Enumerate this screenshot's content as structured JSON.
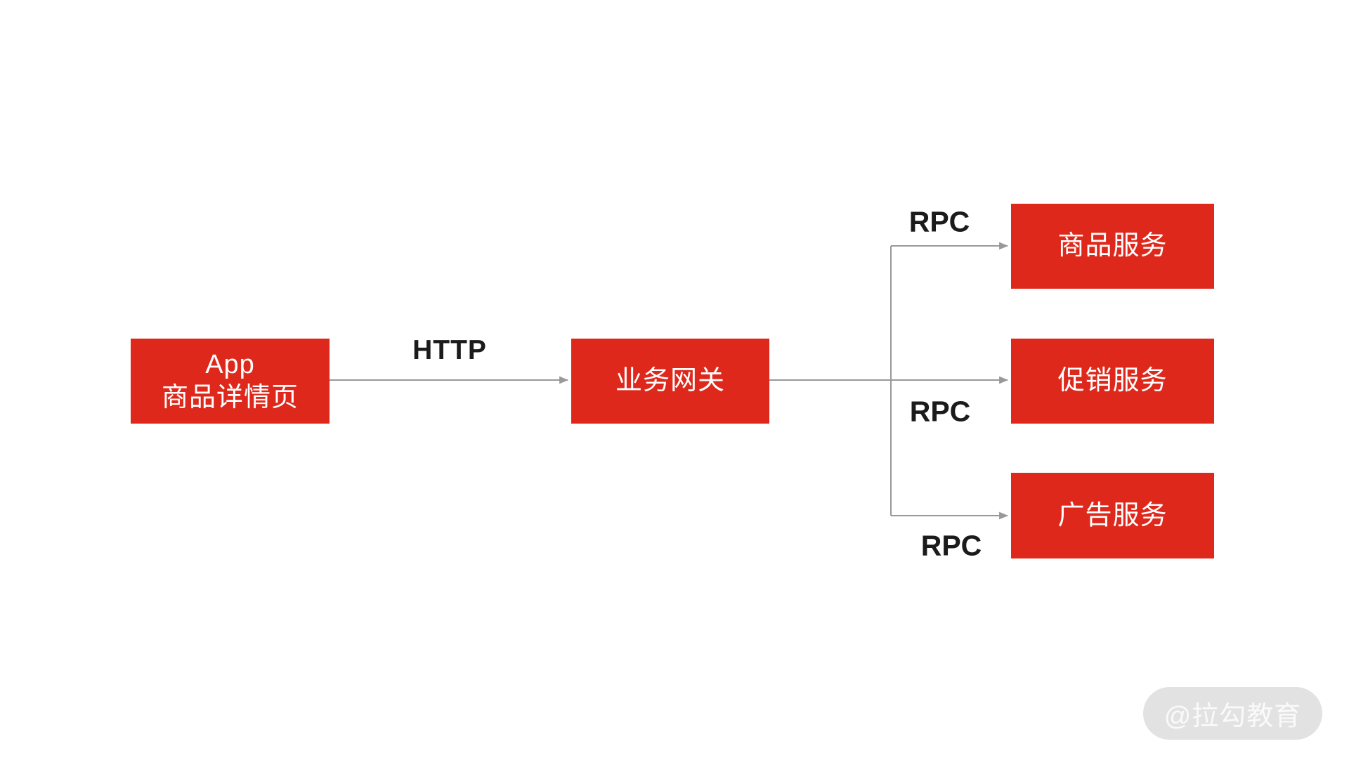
{
  "nodes": {
    "app": {
      "line1": "App",
      "line2": "商品详情页"
    },
    "gateway": {
      "label": "业务网关"
    },
    "product": {
      "label": "商品服务"
    },
    "promotion": {
      "label": "促销服务"
    },
    "ad": {
      "label": "广告服务"
    }
  },
  "edges": {
    "http": {
      "label": "HTTP"
    },
    "rpc_product": {
      "label": "RPC"
    },
    "rpc_promotion": {
      "label": "RPC"
    },
    "rpc_ad": {
      "label": "RPC"
    }
  },
  "watermark": {
    "text": "@拉勾教育"
  },
  "colors": {
    "node_fill": "#de281b",
    "node_text": "#ffffff",
    "connector": "#999999",
    "edge_label_text": "#1b1b1b",
    "watermark_bg": "#e2e2e2",
    "watermark_text": "#fafafa",
    "background": "#ffffff"
  }
}
